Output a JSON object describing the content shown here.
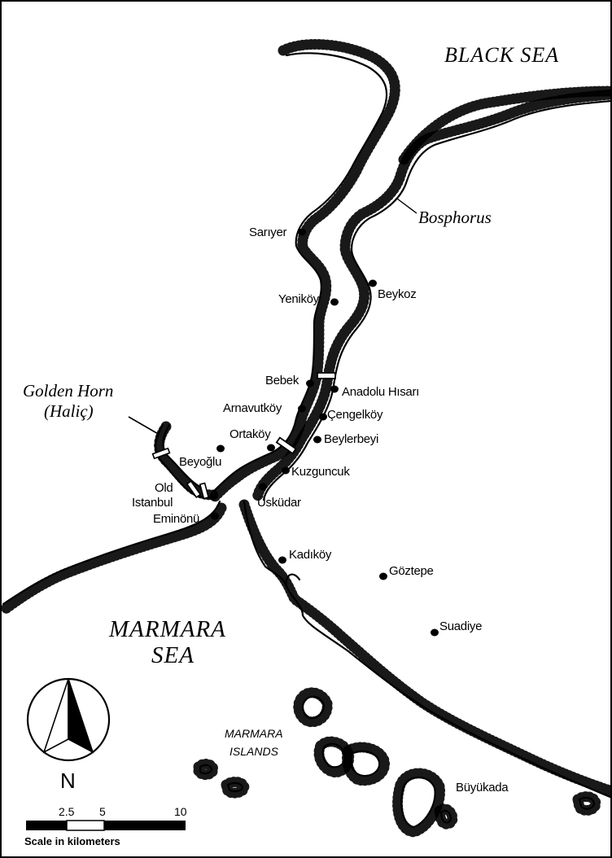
{
  "seas": {
    "black_sea": "BLACK SEA",
    "marmara_line1": "MARMARA",
    "marmara_line2": "SEA"
  },
  "features": {
    "bosphorus": "Bosphorus",
    "golden_horn_line1": "Golden Horn",
    "golden_horn_line2": "(Haliç)",
    "marmara_islands_line1": "MARMARA",
    "marmara_islands_line2": "ISLANDS"
  },
  "places": {
    "sariyer": "Sarıyer",
    "beykoz": "Beykoz",
    "yenikoy": "Yeniköy",
    "bebek": "Bebek",
    "anadolu_hisari": "Anadolu Hısarı",
    "arnavutkoy": "Arnavutköy",
    "cengelkoy": "Çengelköy",
    "ortakoy": "Ortaköy",
    "beylerbeyi": "Beylerbeyi",
    "beyoglu": "Beyoğlu",
    "kuzguncuk": "Kuzguncuk",
    "old_istanbul_line1": "Old",
    "old_istanbul_line2": "Istanbul",
    "uskudar": "Üsküdar",
    "eminonu": "Eminönü",
    "kadikoy": "Kadıköy",
    "goztepe": "Göztepe",
    "suadiye": "Suadiye",
    "buyukada": "Büyükada"
  },
  "compass": {
    "north_label": "N"
  },
  "scale": {
    "tick_2_5": "2.5",
    "tick_5": "5",
    "tick_10": "10",
    "title": "Scale in kilometers"
  }
}
